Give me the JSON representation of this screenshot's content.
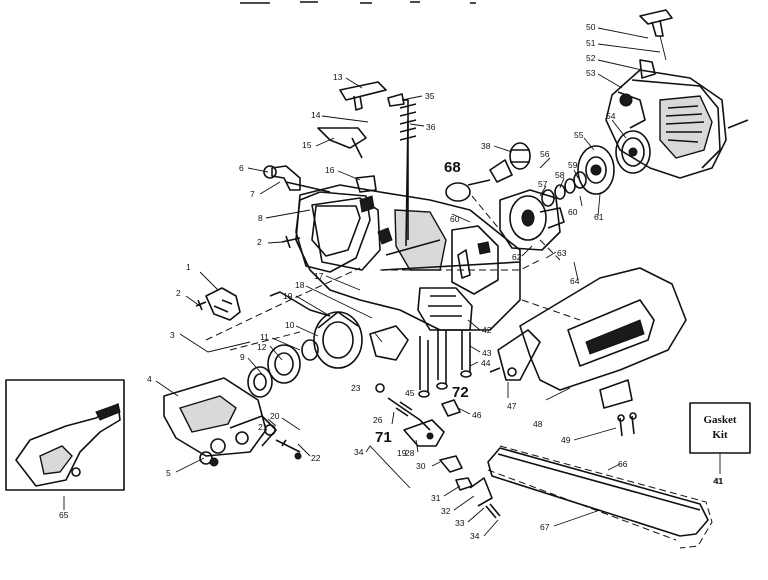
{
  "labels": [
    {
      "text": "1"
    },
    {
      "text": "2"
    },
    {
      "text": "3"
    },
    {
      "text": "2"
    },
    {
      "text": "4"
    },
    {
      "text": "5"
    },
    {
      "text": "6"
    },
    {
      "text": "7"
    },
    {
      "text": "8"
    },
    {
      "text": "9"
    },
    {
      "text": "10"
    },
    {
      "text": "11"
    },
    {
      "text": "12"
    },
    {
      "text": "13"
    },
    {
      "text": "14"
    },
    {
      "text": "15"
    },
    {
      "text": "16"
    },
    {
      "text": "17"
    },
    {
      "text": "18"
    },
    {
      "text": "19"
    },
    {
      "text": "20"
    },
    {
      "text": "21"
    },
    {
      "text": "22"
    },
    {
      "text": "23"
    },
    {
      "text": "26"
    },
    {
      "text": "28"
    },
    {
      "text": "30"
    },
    {
      "text": "31"
    },
    {
      "text": "32"
    },
    {
      "text": "33"
    },
    {
      "text": "34"
    },
    {
      "text": "35"
    },
    {
      "text": "36"
    },
    {
      "text": "38"
    },
    {
      "text": "41"
    },
    {
      "text": "42"
    },
    {
      "text": "43"
    },
    {
      "text": "44"
    },
    {
      "text": "45"
    },
    {
      "text": "46"
    },
    {
      "text": "47"
    },
    {
      "text": "48"
    },
    {
      "text": "49"
    },
    {
      "text": "50"
    },
    {
      "text": "51"
    },
    {
      "text": "52"
    },
    {
      "text": "53"
    },
    {
      "text": "54"
    },
    {
      "text": "55"
    },
    {
      "text": "56"
    },
    {
      "text": "57"
    },
    {
      "text": "58"
    },
    {
      "text": "59"
    },
    {
      "text": "60"
    },
    {
      "text": "60"
    },
    {
      "text": "61"
    },
    {
      "text": "62"
    },
    {
      "text": "63"
    },
    {
      "text": "64"
    },
    {
      "text": "65"
    },
    {
      "text": "66"
    },
    {
      "text": "67"
    },
    {
      "text": "34"
    },
    {
      "text": "19"
    }
  ],
  "big_labels": [
    {
      "text": "68"
    },
    {
      "text": "71"
    },
    {
      "text": "72"
    }
  ],
  "gasket_kit": {
    "line1": "Gasket",
    "line2": "Kit",
    "number": "41"
  }
}
